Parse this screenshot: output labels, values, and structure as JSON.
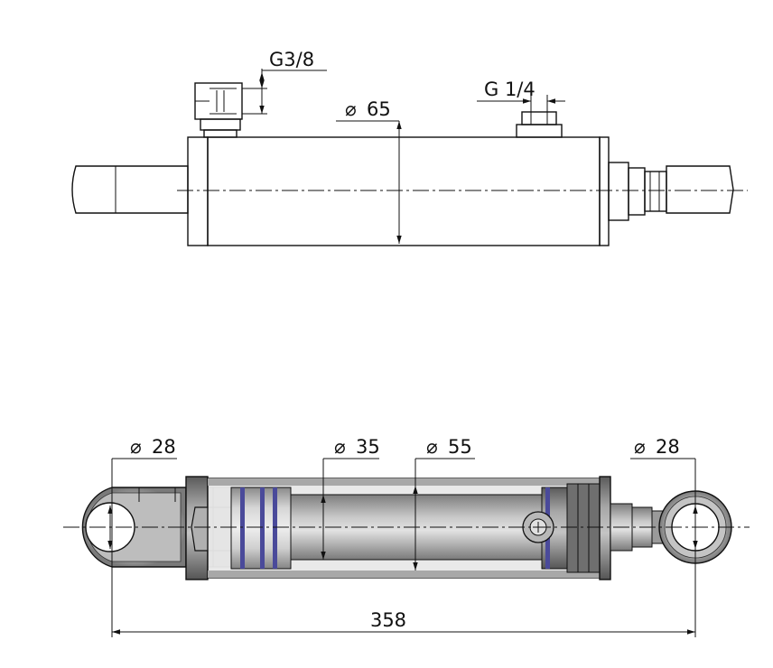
{
  "top_view": {
    "port_rear_label": "G3/8",
    "port_front_label": "G 1/4",
    "bore_label": "65"
  },
  "bottom_view": {
    "rear_eye_label": "28",
    "rod_label": "35",
    "piston_label": "55",
    "front_eye_label": "28",
    "overall_length_label": "358"
  },
  "colors": {
    "line": "#111111",
    "body_fill": "#bcbcbc",
    "seal_blue": "#4a4a9a"
  },
  "icons": {
    "diameter_symbol": "⌀"
  }
}
